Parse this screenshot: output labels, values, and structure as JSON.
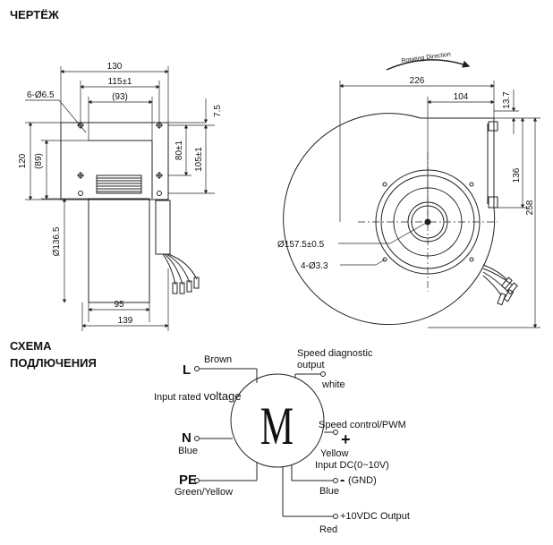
{
  "headings": {
    "drawing": "ЧЕРТЁЖ",
    "wiring_line1": "СХЕМА",
    "wiring_line2": "ПОДЛЮЧЕНИЯ"
  },
  "side_view": {
    "dim_top_width": "130",
    "dim_hole_spacing": "115±1",
    "dim_inner": "(93)",
    "dim_holes": "6-Ø6.5",
    "dim_top_offset": "7.5",
    "dim_height": "120",
    "dim_inner_height": "(89)",
    "dim_hole_vertical": "80±1",
    "dim_hole_vertical_outer": "105±1",
    "dim_diameter": "Ø136.5",
    "dim_bottom_inner": "95",
    "dim_bottom_outer": "139"
  },
  "front_view": {
    "rotating_direction": "Rotating Direction",
    "dim_width": "226",
    "dim_center_offset": "104",
    "dim_top_gap": "13.7",
    "dim_outlet_height": "136",
    "dim_total_height": "258",
    "dim_impeller": "Ø157.5±0.5",
    "dim_mount_holes": "4-Ø3.3"
  },
  "wiring": {
    "motor_symbol": "M",
    "L": {
      "letter": "L",
      "color": "Brown"
    },
    "input_rated_voltage_a": "Input rated ",
    "input_rated_voltage_b": "voltage",
    "N": {
      "letter": "N",
      "color": "Blue"
    },
    "PE": {
      "letter": "PE",
      "color": "Green/Yellow"
    },
    "speed_diag_line1": "Speed diagnostic",
    "speed_diag_line2": "output",
    "speed_diag_color": "white",
    "speed_ctrl": "Speed control/PWM",
    "plus": "+",
    "speed_ctrl_color": "Yellow",
    "input_dc": "Input DC(0~10V)",
    "minus": "-",
    "gnd": "(GND)",
    "gnd_color": "Blue",
    "output_10v": "+10VDC Output",
    "output_color": "Red"
  }
}
